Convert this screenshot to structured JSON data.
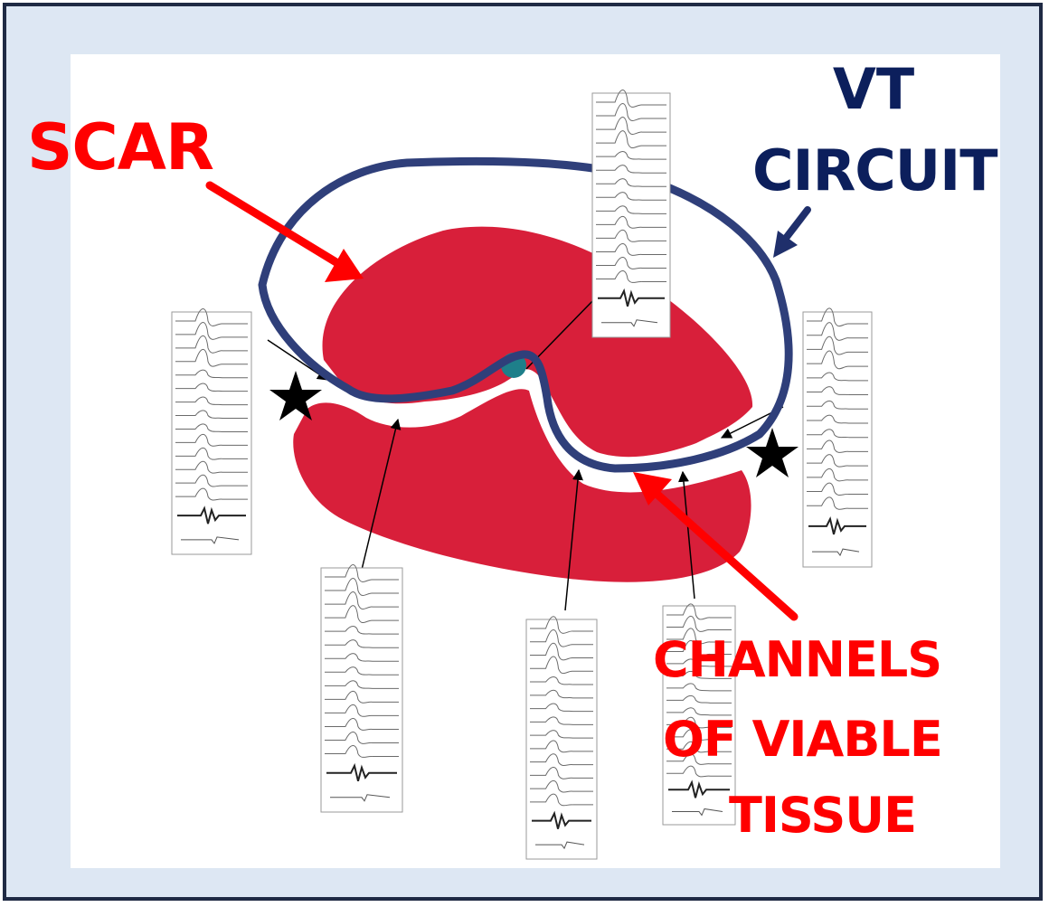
{
  "labels": {
    "scar": "SCAR",
    "vt_circuit_line1": "VT",
    "vt_circuit_line2": "CIRCUIT",
    "channels_line1": "CHANNELS",
    "channels_line2": "OF VIABLE",
    "channels_line3": "TISSUE"
  },
  "colors": {
    "scar_fill": "#d81f3a",
    "label_red": "#ff0000",
    "circuit_navy": "#2f3f7a",
    "vt_label_navy": "#0c1f5c",
    "exit_site": "#1e7f8a",
    "frame_bg": "#dde7f3",
    "frame_border": "#1f2a44"
  },
  "icons": [
    "star-icon",
    "arrow-icon",
    "electrogram-trace-icon"
  ]
}
